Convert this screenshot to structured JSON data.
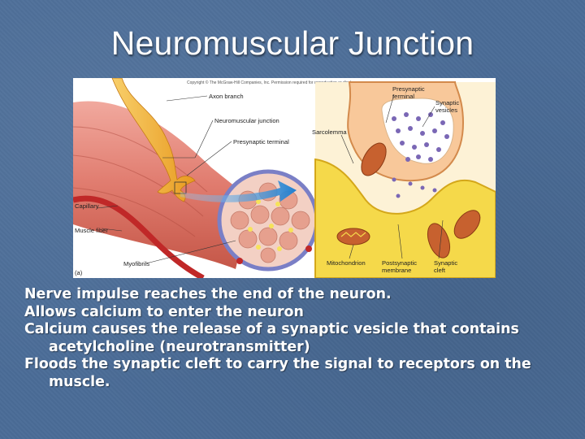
{
  "slide": {
    "title": "Neuromuscular Junction",
    "bullets": [
      "Nerve impulse reaches the end of the neuron.",
      "Allows calcium to enter the neuron",
      "Calcium causes the release of a synaptic vesicle that contains acetylcholine (neurotransmitter)",
      "Floods the synaptic cleft to carry the signal to receptors on the muscle."
    ]
  },
  "figure": {
    "copyright": "Copyright © The McGraw-Hill Companies, Inc. Permission required for reproduction or display.",
    "panel_label": "(a)",
    "labels": {
      "axon_branch": "Axon branch",
      "neuromuscular_junction": "Neuromuscular junction",
      "presynaptic_terminal_left": "Presynaptic terminal",
      "capillary": "Capillary",
      "muscle_fiber": "Muscle fiber",
      "myofibrils": "Myofibrils",
      "presynaptic_terminal_right_1": "Presynaptic",
      "presynaptic_terminal_right_2": "terminal",
      "synaptic_vesicles_1": "Synaptic",
      "synaptic_vesicles_2": "vesicles",
      "sarcolemma": "Sarcolemma",
      "mitochondrion": "Mitochondrion",
      "postsynaptic_membrane_1": "Postsynaptic",
      "postsynaptic_membrane_2": "membrane",
      "synaptic_cleft_1": "Synaptic",
      "synaptic_cleft_2": "cleft"
    }
  },
  "colors": {
    "background": "#4a6c97",
    "text": "#ffffff",
    "muscle": "#e07b6e",
    "axon": "#f4b23a",
    "arrow": "#2f8fd8",
    "sarcoplasm": "#f5d94a"
  }
}
